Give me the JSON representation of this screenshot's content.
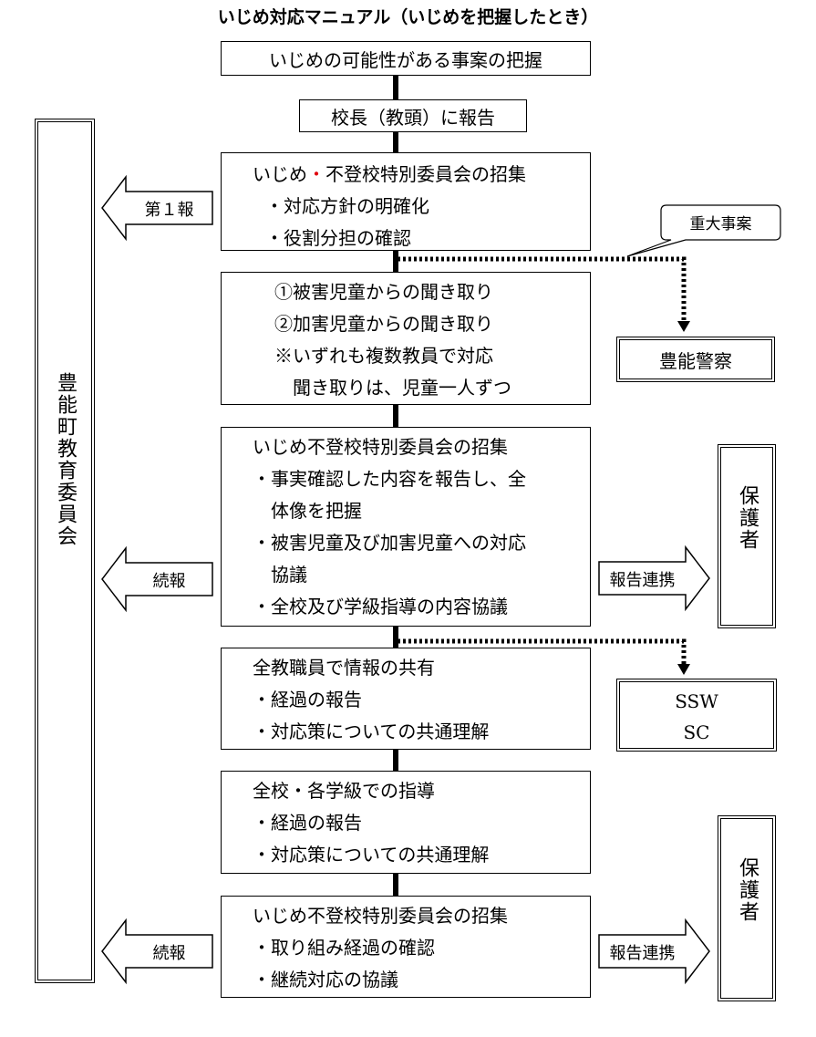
{
  "title": "いじめ対応マニュアル（いじめを把握したとき）",
  "flow": {
    "step1": "いじめの可能性がある事案の把握",
    "step2": "校長（教頭）に報告",
    "step3": {
      "head_a": "いじめ",
      "head_dot": "・",
      "head_b": "不登校特別委員会の招集",
      "items": [
        "・対応方針の明確化",
        "・役割分担の確認"
      ]
    },
    "step4": {
      "lines": [
        "①被害児童からの聞き取り",
        "②加害児童からの聞き取り",
        "※いずれも複数教員で対応",
        "　聞き取りは、児童一人ずつ"
      ]
    },
    "step5": {
      "lines": [
        "いじめ不登校特別委員会の招集",
        "・事実確認した内容を報告し、全",
        "　体像を把握",
        "・被害児童及び加害児童への対応",
        "　協議",
        "・全校及び学級指導の内容協議"
      ]
    },
    "step6": {
      "lines": [
        "全教職員で情報の共有",
        "・経過の報告",
        "・対応策についての共通理解"
      ]
    },
    "step7": {
      "lines": [
        "全校・各学級での指導",
        "・経過の報告",
        "・対応策についての共通理解"
      ]
    },
    "step8": {
      "lines": [
        "いじめ不登校特別委員会の招集",
        "・取り組み経過の確認",
        "・継続対応の協議"
      ]
    }
  },
  "left_side": {
    "board": "豊能町教育委員会",
    "arrow1": "第１報",
    "arrow2": "続報",
    "arrow3": "続報"
  },
  "right_side": {
    "serious_callout": "重大事案",
    "police": "豊能警察",
    "guardian1": "保護者",
    "report_link1": "報告連携",
    "ssw": "SSW",
    "sc": "SC",
    "guardian2": "保護者",
    "report_link2": "報告連携"
  },
  "colors": {
    "dot_accent": "#e0000b",
    "line": "#000000"
  }
}
